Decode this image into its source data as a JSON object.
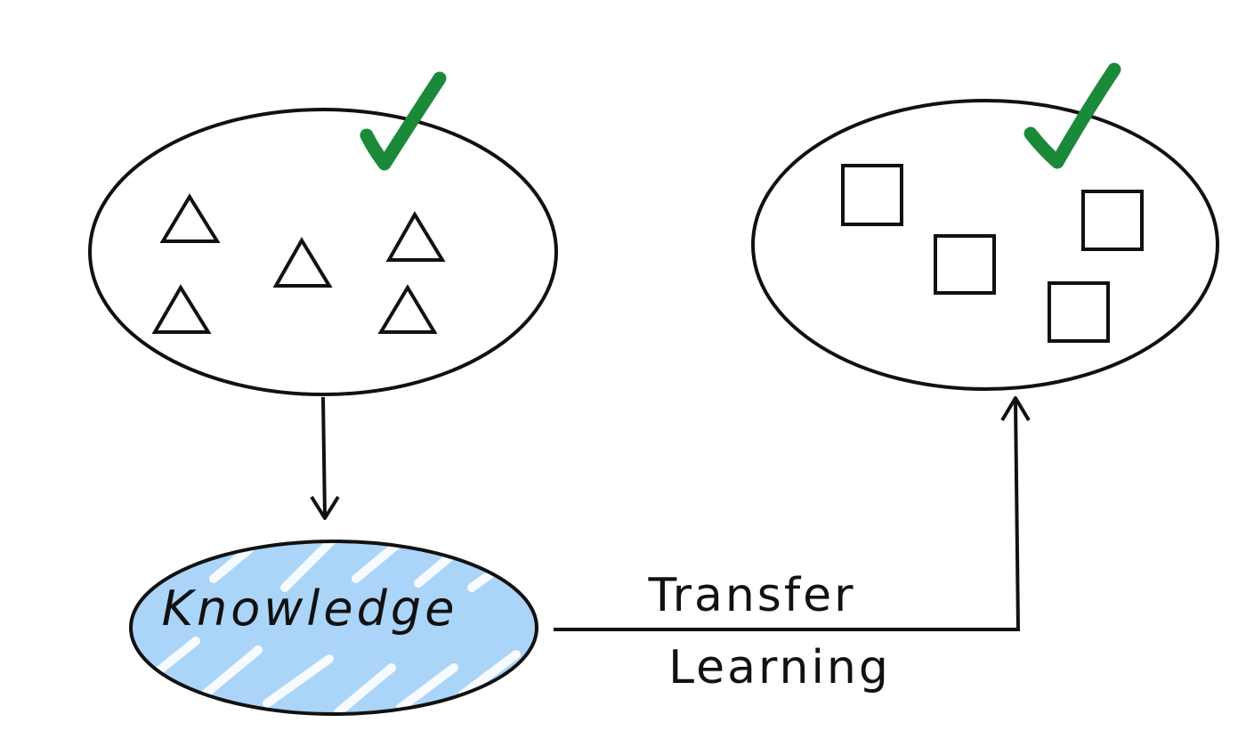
{
  "diagram": {
    "source_domain": {
      "shape": "triangle",
      "count": 5,
      "check_icon": "green-check-icon"
    },
    "target_domain": {
      "shape": "square",
      "count": 4,
      "check_icon": "green-check-icon"
    },
    "knowledge": {
      "label": "Knowledge"
    },
    "edge_label": {
      "line1": "Transfer",
      "line2": "Learning"
    },
    "colors": {
      "stroke": "#111111",
      "check": "#1a8a3a",
      "knowledge_fill": "#aad4f8"
    }
  }
}
